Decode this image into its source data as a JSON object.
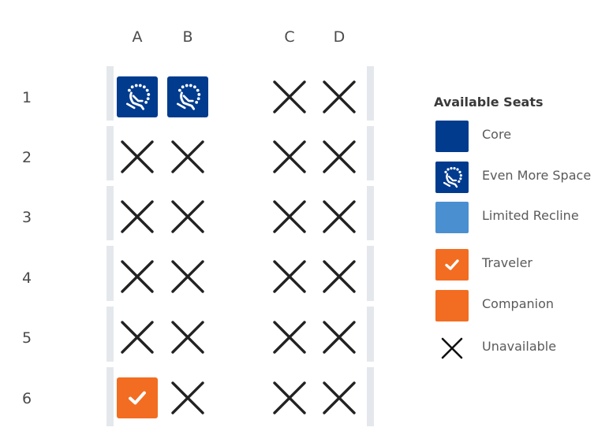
{
  "seat_map": {
    "columns": [
      "A",
      "B",
      "C",
      "D"
    ],
    "rows": [
      {
        "label": "1",
        "seats": [
          "even-more-space",
          "even-more-space",
          "unavailable",
          "unavailable"
        ]
      },
      {
        "label": "2",
        "seats": [
          "unavailable",
          "unavailable",
          "unavailable",
          "unavailable"
        ]
      },
      {
        "label": "3",
        "seats": [
          "unavailable",
          "unavailable",
          "unavailable",
          "unavailable"
        ]
      },
      {
        "label": "4",
        "seats": [
          "unavailable",
          "unavailable",
          "unavailable",
          "unavailable"
        ]
      },
      {
        "label": "5",
        "seats": [
          "unavailable",
          "unavailable",
          "unavailable",
          "unavailable"
        ]
      },
      {
        "label": "6",
        "seats": [
          "traveler",
          "unavailable",
          "unavailable",
          "unavailable"
        ]
      }
    ]
  },
  "legend": {
    "title": "Available Seats",
    "items": [
      {
        "label": "Core",
        "type": "core",
        "icon": "square-swatch"
      },
      {
        "label": "Even More Space",
        "type": "even-more-space",
        "icon": "reclined-seat-icon"
      },
      {
        "label": "Limited Recline",
        "type": "limited-recline",
        "icon": "square-swatch"
      },
      {
        "label": "Traveler",
        "type": "traveler",
        "icon": "checkmark-icon"
      },
      {
        "label": "Companion",
        "type": "companion",
        "icon": "square-swatch"
      },
      {
        "label": "Unavailable",
        "type": "unavailable",
        "icon": "x-icon"
      }
    ]
  },
  "colors": {
    "core": "#003b8e",
    "even_more_space": "#003b8e",
    "limited_recline": "#4a8fd0",
    "traveler": "#f26d21",
    "companion": "#f26d21",
    "unavailable_x": "#222222",
    "aisle_wall": "#e4e8ec"
  }
}
